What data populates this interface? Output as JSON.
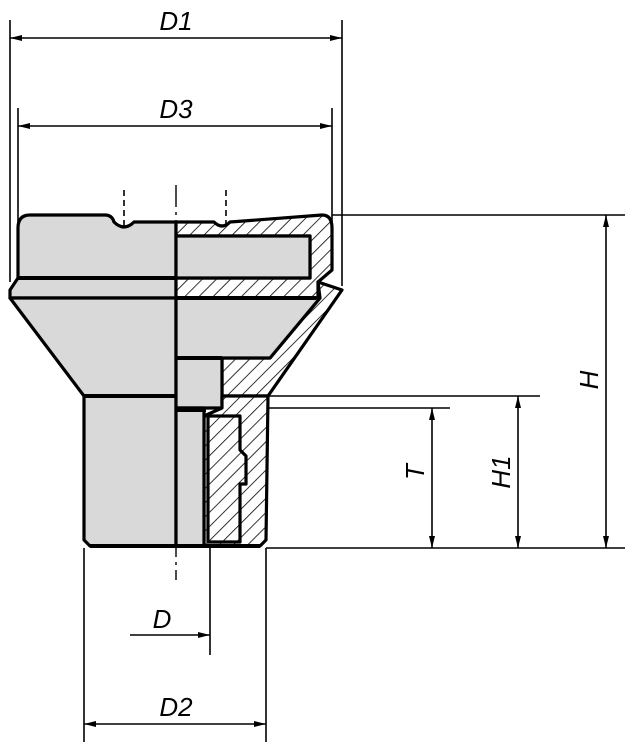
{
  "drawing": {
    "labels": {
      "d1": "D1",
      "d3": "D3",
      "h": "H",
      "t": "T",
      "h1": "H1",
      "d": "D",
      "d2": "D2"
    },
    "colors": {
      "line": "#000000",
      "body_fill": "#d9d9d9",
      "background": "#ffffff"
    }
  }
}
